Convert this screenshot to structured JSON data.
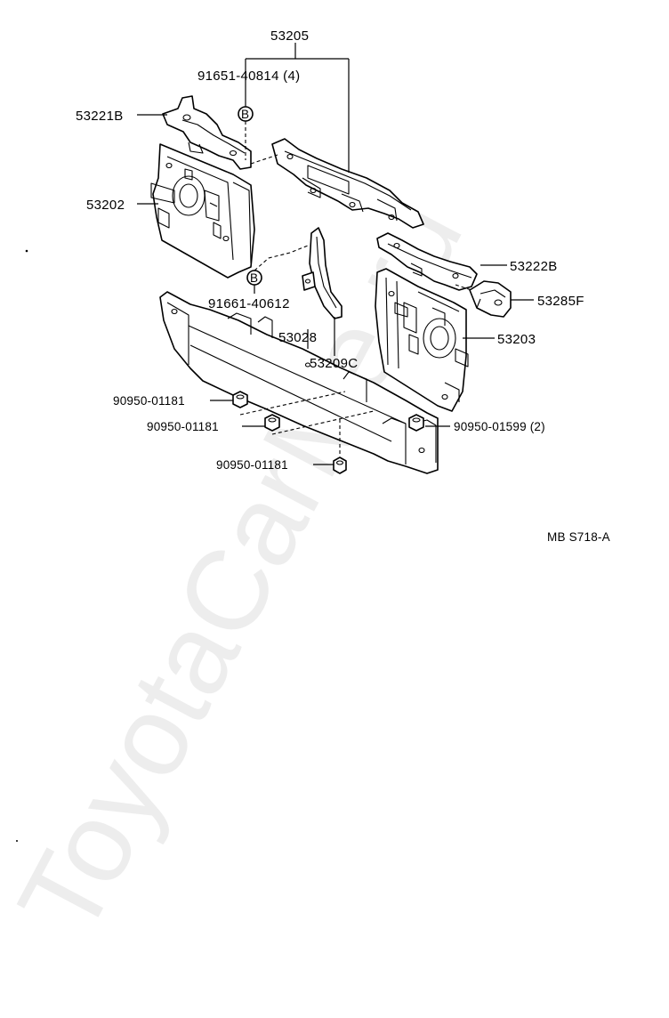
{
  "diagram": {
    "code": "MB S718-A",
    "watermark": "ToyotaCarMe.ru",
    "labels": {
      "p53205": "53205",
      "p91651": "91651-40814 (4)",
      "p53221b": "53221B",
      "p53202": "53202",
      "p91661": "91661-40612",
      "p53028": "53028",
      "p53209c": "53209C",
      "p53222b": "53222B",
      "p53285f": "53285F",
      "p53203": "53203",
      "p90950a": "90950-01181",
      "p90950b": "90950-01181",
      "p90950c": "90950-01181",
      "p90950d": "90950-01599 (2)",
      "bolt_mark_1": "B",
      "bolt_mark_2": "B"
    }
  }
}
